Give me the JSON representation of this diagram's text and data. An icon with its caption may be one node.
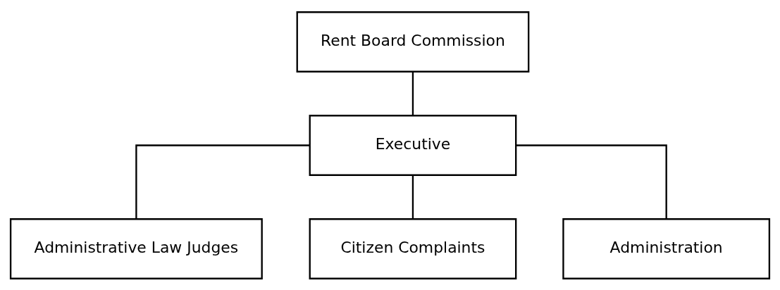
{
  "diagram": {
    "nodes": [
      {
        "text": [
          "Rent Board Commission"
        ]
      },
      {
        "text": [
          "Executive"
        ]
      },
      {
        "text": [
          "Administrative Law Judges"
        ]
      },
      {
        "text": [
          "Citizen Complaints"
        ]
      },
      {
        "text": [
          "Administration"
        ]
      }
    ],
    "edges": [
      {
        "from": 0,
        "to": 1,
        "arrow": "none"
      },
      {
        "from": 1,
        "to": 2,
        "arrow": "none"
      },
      {
        "from": 1,
        "to": 3,
        "arrow": "none"
      },
      {
        "from": 1,
        "to": 4,
        "arrow": "none"
      }
    ]
  }
}
